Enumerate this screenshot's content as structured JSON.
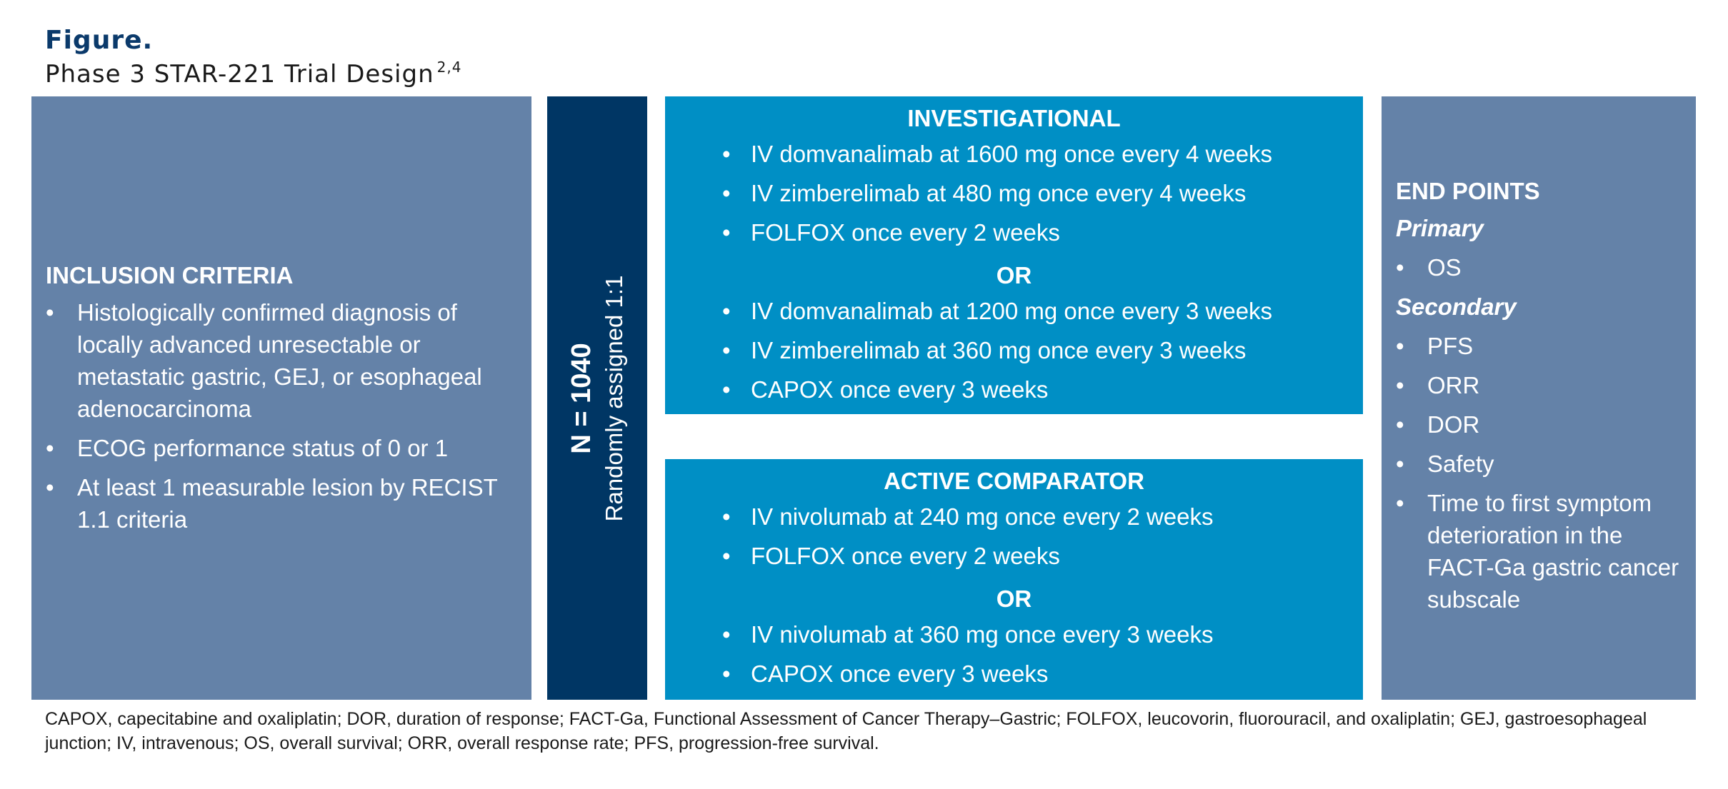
{
  "figure": {
    "label": "Figure.",
    "title": "Phase 3 STAR-221 Trial Design",
    "title_superscript": "2,4"
  },
  "inclusion": {
    "heading": "INCLUSION CRITERIA",
    "items": [
      "Histologically confirmed diagnosis of locally advanced unresectable or metastatic gastric, GEJ, or esophageal adenocarcinoma",
      "ECOG performance status of 0 or 1",
      "At least 1 measurable lesion by RECIST 1.1 criteria"
    ]
  },
  "randomization": {
    "n": "N = 1040",
    "label": "Randomly assigned 1:1"
  },
  "investigational": {
    "heading": "INVESTIGATIONAL",
    "group1": [
      "IV domvanalimab at 1600 mg once every 4 weeks",
      "IV zimberelimab at 480 mg once every 4 weeks",
      "FOLFOX once every 2 weeks"
    ],
    "or": "OR",
    "group2": [
      "IV domvanalimab at 1200 mg once every 3 weeks",
      "IV zimberelimab at 360 mg once every 3 weeks",
      "CAPOX once every 3 weeks"
    ]
  },
  "comparator": {
    "heading": "ACTIVE COMPARATOR",
    "group1": [
      "IV nivolumab at 240 mg once every 2 weeks",
      "FOLFOX once every 2 weeks"
    ],
    "or": "OR",
    "group2": [
      "IV nivolumab at 360 mg once every 3 weeks",
      "CAPOX once every 3 weeks"
    ]
  },
  "endpoints": {
    "heading": "END POINTS",
    "primary_label": "Primary",
    "primary": [
      "OS"
    ],
    "secondary_label": "Secondary",
    "secondary": [
      "PFS",
      "ORR",
      "DOR",
      "Safety",
      "Time to first symptom deterioration in the FACT-Ga gastric cancer subscale"
    ]
  },
  "footnote": "CAPOX, capecitabine and oxaliplatin; DOR, duration of response; FACT-Ga, Functional Assessment of Cancer Therapy–Gastric; FOLFOX, leucovorin, fluorouracil, and oxaliplatin; GEJ, gastroesophageal junction; IV, intravenous; OS, overall survival; ORR, overall response rate; PFS, progression-free survival.",
  "colors": {
    "slate_blue": "#6482a8",
    "navy": "#003664",
    "cyan": "#008fc5",
    "title_navy": "#0b3a6b"
  }
}
